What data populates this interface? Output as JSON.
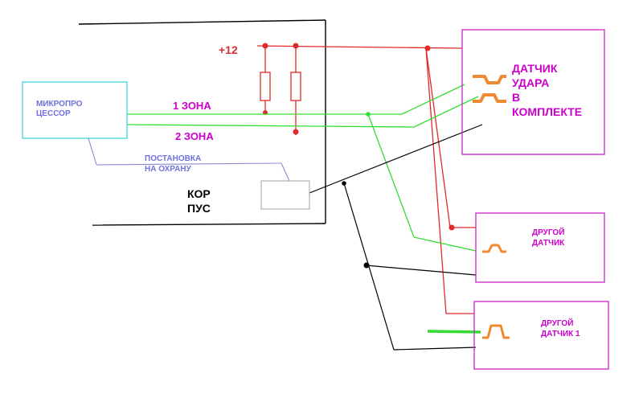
{
  "labels": {
    "plus12": "+12",
    "mcu_line1": "МИКРОПРО",
    "mcu_line2": "ЦЕССОР",
    "zone1": "1 ЗОНА",
    "zone2": "2 ЗОНА",
    "arm_line1": "ПОСТАНОВКА",
    "arm_line2": "НА ОХРАНУ",
    "kor": "КОР",
    "pus": "ПУС",
    "shock_line1": "ДАТЧИК",
    "shock_line2": "УДАРА",
    "shock_line3": "В",
    "shock_line4": "КОМПЛЕКТЕ",
    "other1_line1": "ДРУГОЙ",
    "other1_line2": "ДАТЧИК",
    "other2_line1": "ДРУГОЙ",
    "other2_line2": "ДАТЧИК 1"
  },
  "colors": {
    "power_wire": "#e02a2a",
    "zone_wire": "#33dd33",
    "ground_wire": "#000000",
    "sensor_box": "#cc22cc",
    "mcu_box": "#3fd6d6",
    "mcu_text": "#7070e0",
    "kor_box": "#b0b0b0",
    "sensor_icon": "#f08a30",
    "zone_text": "#cc00cc",
    "plus12_text": "#e02a2a"
  }
}
